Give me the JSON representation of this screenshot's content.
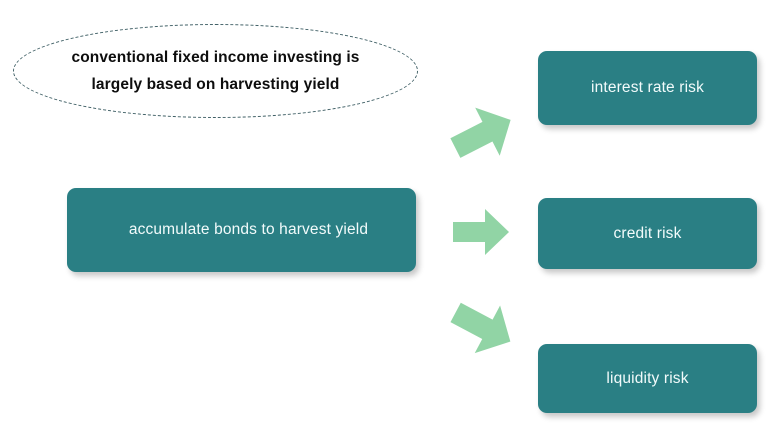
{
  "diagram": {
    "title_callout": {
      "name": "premise-callout",
      "shape": "dashed-ellipse",
      "border_color": "#3f5f65",
      "text_color": "#0d0d0d",
      "lines": [
        "conventional fixed income investing is",
        "largely based on harvesting yield"
      ]
    },
    "source_box": {
      "name": "accumulate-bonds-box",
      "label": "accumulate bonds to harvest yield",
      "fill_color": "#2a7f84",
      "text_color": "#f2fbfb"
    },
    "arrows": [
      {
        "name": "arrow-to-interest-rate-risk",
        "direction": "up-right",
        "color": "#91d4a5"
      },
      {
        "name": "arrow-to-credit-risk",
        "direction": "right",
        "color": "#91d4a5"
      },
      {
        "name": "arrow-to-liquidity-risk",
        "direction": "down-right",
        "color": "#91d4a5"
      }
    ],
    "risk_boxes": [
      {
        "name": "interest-rate-risk-box",
        "label": "interest rate risk",
        "fill_color": "#2a7f84",
        "text_color": "#f2fbfb"
      },
      {
        "name": "credit-risk-box",
        "label": "credit risk",
        "fill_color": "#2a7f84",
        "text_color": "#f2fbfb"
      },
      {
        "name": "liquidity-risk-box",
        "label": "liquidity risk",
        "fill_color": "#2a7f84",
        "text_color": "#f2fbfb"
      }
    ],
    "background_color": "#ffffff"
  }
}
